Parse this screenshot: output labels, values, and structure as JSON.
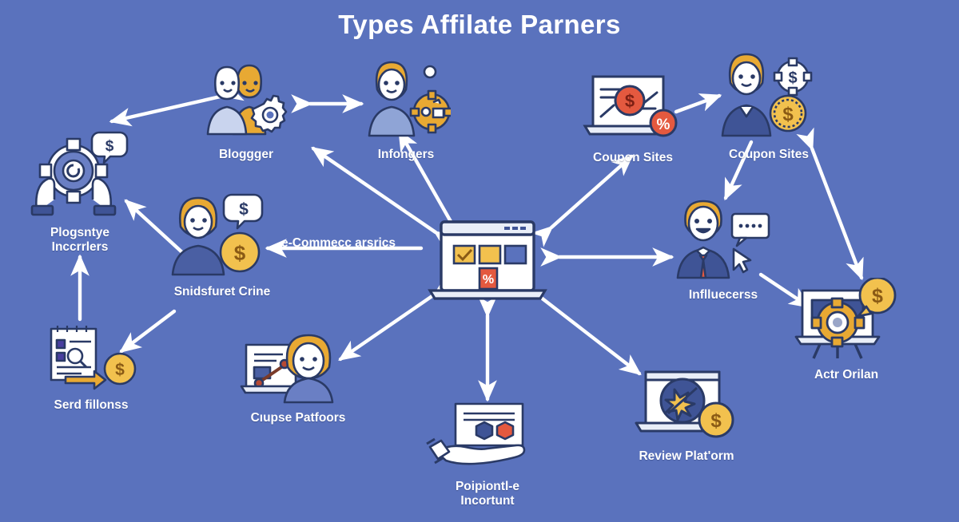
{
  "page": {
    "title": "Types Affilate Parners",
    "background_color": "#5a72bd",
    "text_color": "#ffffff",
    "accent_gold": "#e8a933",
    "accent_yellow": "#f2c14e",
    "accent_red": "#e4593f",
    "line_color": "#2a3a66"
  },
  "hub": {
    "label": "e-Commecc arsrics",
    "art_name": "laptop-ecommerce-hub"
  },
  "nodes": [
    {
      "id": "bloggger",
      "label": "Bloggger",
      "icon": "two-people-gear-icon"
    },
    {
      "id": "infongers",
      "label": "Infongers",
      "icon": "woman-gear-idea-icon"
    },
    {
      "id": "coupon-left",
      "label": "Coupon Sites",
      "icon": "laptop-dollar-percent-icon"
    },
    {
      "id": "coupon-right",
      "label": "Coupon Sites",
      "icon": "woman-dollar-gear-coin-icon"
    },
    {
      "id": "plogsntye",
      "label": "Plogsntye\nInccrrlers",
      "icon": "hands-gear-dollar-icon"
    },
    {
      "id": "snidsfuret",
      "label": "Snidsfuret Crine",
      "icon": "woman-dollar-coin-icon"
    },
    {
      "id": "serd-fillonss",
      "label": "Serd fillonss",
      "icon": "document-search-coin-icon"
    },
    {
      "id": "cupse",
      "label": "Cıupse Patfoors",
      "icon": "woman-laptop-percent-icon"
    },
    {
      "id": "poipiontle",
      "label": "Poipiontl-e\nIncortunt",
      "icon": "hand-card-shapes-icon"
    },
    {
      "id": "review",
      "label": "Review Plat'orm",
      "icon": "laptop-star-coin-icon"
    },
    {
      "id": "inflluecerss",
      "label": "Inflluecerss",
      "icon": "man-chat-cursor-icon"
    },
    {
      "id": "actr-orilan",
      "label": "Actr Orilan",
      "icon": "laptop-gear-dollar-icon"
    }
  ],
  "connections": [
    {
      "from": "hub",
      "to": "bloggger",
      "style": "double"
    },
    {
      "from": "hub",
      "to": "infongers",
      "style": "single"
    },
    {
      "from": "hub",
      "to": "coupon-left",
      "style": "double"
    },
    {
      "from": "hub",
      "to": "inflluecerss",
      "style": "double"
    },
    {
      "from": "hub",
      "to": "cupse",
      "style": "double"
    },
    {
      "from": "hub",
      "to": "poipiontle",
      "style": "double"
    },
    {
      "from": "hub",
      "to": "review",
      "style": "single"
    },
    {
      "from": "hub",
      "to": "snidsfuret",
      "style": "single"
    },
    {
      "from": "bloggger",
      "to": "plogsntye",
      "style": "double"
    },
    {
      "from": "bloggger",
      "to": "infongers",
      "style": "double"
    },
    {
      "from": "snidsfuret",
      "to": "plogsntye",
      "style": "single"
    },
    {
      "from": "serd-fillonss",
      "to": "plogsntye",
      "style": "single"
    },
    {
      "from": "snidsfuret",
      "to": "serd-fillonss",
      "style": "single"
    },
    {
      "from": "coupon-left",
      "to": "coupon-right",
      "style": "single"
    },
    {
      "from": "coupon-right",
      "to": "inflluecerss",
      "style": "single"
    },
    {
      "from": "coupon-right",
      "to": "actr-orilan",
      "style": "double"
    },
    {
      "from": "inflluecerss",
      "to": "actr-orilan",
      "style": "single"
    }
  ]
}
